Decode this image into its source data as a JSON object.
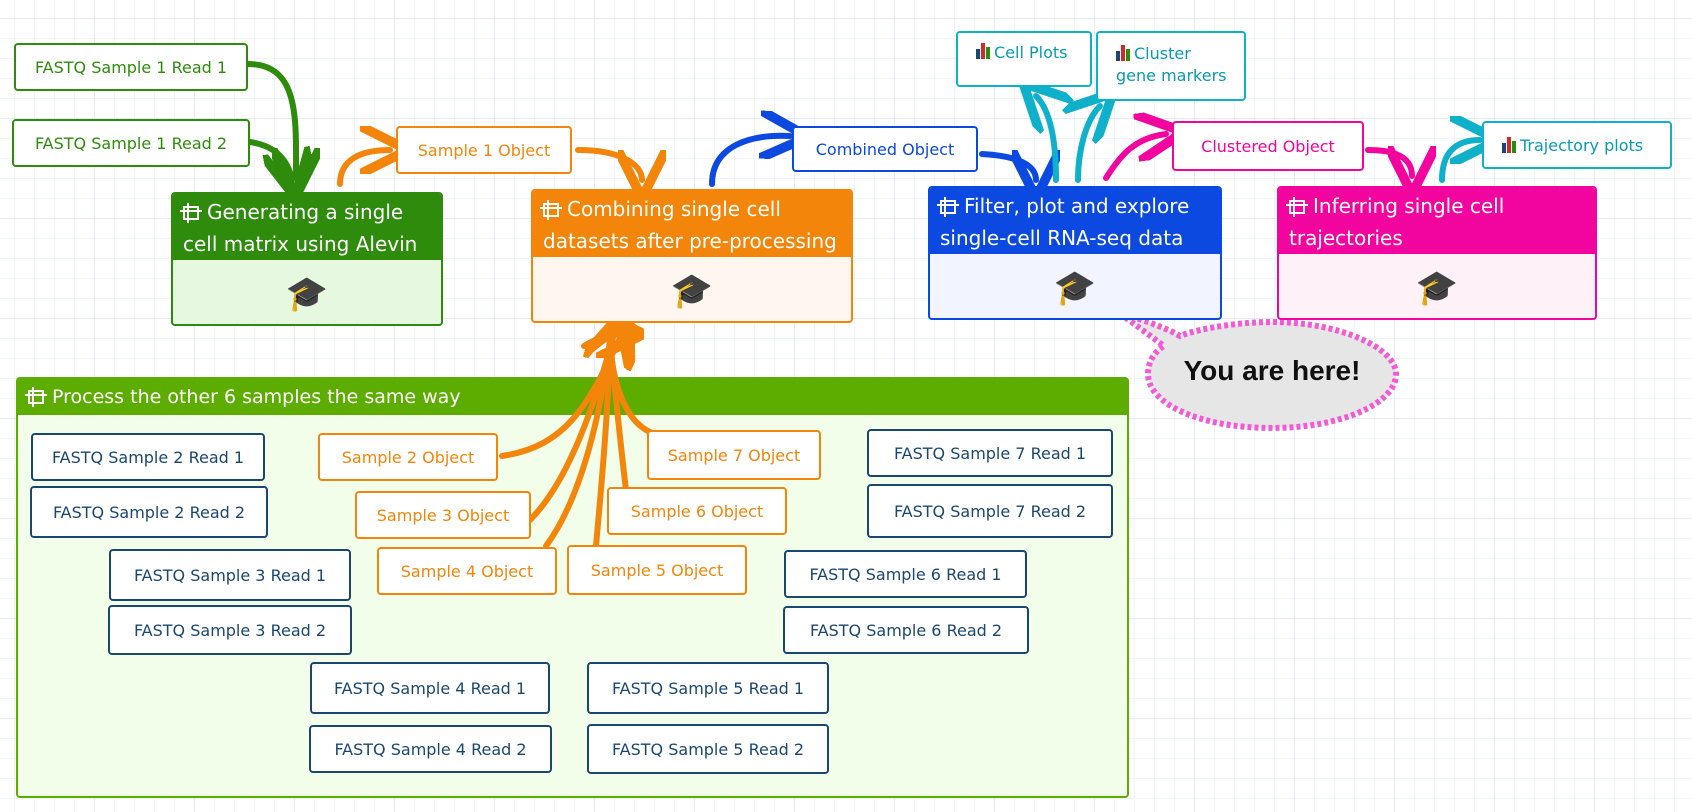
{
  "top_inputs": {
    "s1r1": "FASTQ Sample 1 Read 1",
    "s1r2": "FASTQ Sample 1 Read 2",
    "s1obj": "Sample 1 Object",
    "combined": "Combined Object",
    "clustered": "Clustered Object"
  },
  "outputs": {
    "cell_plots": "Cell Plots",
    "cluster_line1": "Cluster",
    "cluster_line2": "gene markers",
    "trajectory": "Trajectory plots"
  },
  "tools": {
    "alevin_line1": "Generating a single",
    "alevin_line2": "cell matrix using Alevin",
    "combine_line1": "Combining single cell",
    "combine_line2": "datasets after pre-processing",
    "filter_line1": "Filter, plot and explore",
    "filter_line2": "single-cell RNA-seq data",
    "traj_line1": "Inferring single cell",
    "traj_line2": "trajectories",
    "tutorial_icon": "🎓"
  },
  "callout": "You are here!",
  "group": {
    "title": "Process the other 6 samples the same way",
    "objects": [
      "Sample 2 Object",
      "Sample 3 Object",
      "Sample 4 Object",
      "Sample 5 Object",
      "Sample 6 Object",
      "Sample 7 Object"
    ],
    "fastq": {
      "s2r1": "FASTQ Sample 2 Read 1",
      "s2r2": "FASTQ Sample 2 Read 2",
      "s3r1": "FASTQ Sample 3 Read 1",
      "s3r2": "FASTQ Sample 3 Read 2",
      "s4r1": "FASTQ Sample 4 Read 1",
      "s4r2": "FASTQ Sample 4 Read 2",
      "s5r1": "FASTQ Sample 5 Read 1",
      "s5r2": "FASTQ Sample 5 Read 2",
      "s6r1": "FASTQ Sample 6 Read 1",
      "s6r2": "FASTQ Sample 6 Read 2",
      "s7r1": "FASTQ Sample 7 Read 1",
      "s7r2": "FASTQ Sample 7 Read 2"
    }
  },
  "colors": {
    "green": "#2e8b0c",
    "orange": "#f2850a",
    "blue": "#0b49e0",
    "pink": "#f1059e",
    "cyan": "#0fb0c9",
    "navy": "#1a4770",
    "group_green": "#5cad00"
  }
}
